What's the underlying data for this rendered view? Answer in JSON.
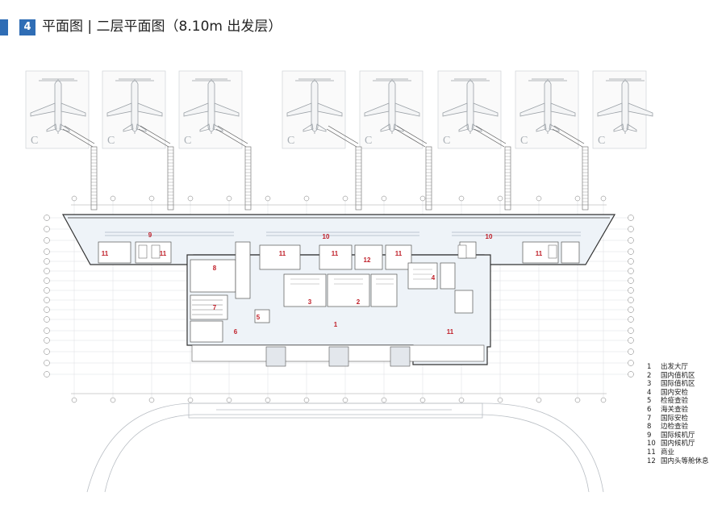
{
  "header": {
    "section_number": "4",
    "title": "平面图 | 二层平面图（8.10m 出发层）"
  },
  "aircraft_stand_code": "C",
  "room_labels": [
    {
      "id": "9",
      "label": "9"
    },
    {
      "id": "10a",
      "label": "10"
    },
    {
      "id": "10b",
      "label": "10"
    },
    {
      "id": "11a",
      "label": "11"
    },
    {
      "id": "11b",
      "label": "11"
    },
    {
      "id": "11c",
      "label": "11"
    },
    {
      "id": "11d",
      "label": "11"
    },
    {
      "id": "11e",
      "label": "11"
    },
    {
      "id": "11f",
      "label": "11"
    },
    {
      "id": "11g",
      "label": "11"
    },
    {
      "id": "12",
      "label": "12"
    },
    {
      "id": "8",
      "label": "8"
    },
    {
      "id": "4",
      "label": "4"
    },
    {
      "id": "3",
      "label": "3"
    },
    {
      "id": "2",
      "label": "2"
    },
    {
      "id": "7",
      "label": "7"
    },
    {
      "id": "5",
      "label": "5"
    },
    {
      "id": "6",
      "label": "6"
    },
    {
      "id": "1",
      "label": "1"
    }
  ],
  "legend": [
    {
      "num": "1",
      "name": "出发大厅"
    },
    {
      "num": "2",
      "name": "国内值机区"
    },
    {
      "num": "3",
      "name": "国际值机区"
    },
    {
      "num": "4",
      "name": "国内安检"
    },
    {
      "num": "5",
      "name": "检疫查验"
    },
    {
      "num": "6",
      "name": "海关查验"
    },
    {
      "num": "7",
      "name": "国际安检"
    },
    {
      "num": "8",
      "name": "边检查验"
    },
    {
      "num": "9",
      "name": "国际候机厅"
    },
    {
      "num": "10",
      "name": "国内候机厅"
    },
    {
      "num": "11",
      "name": "商业"
    },
    {
      "num": "12",
      "name": "国内头等舱休息"
    }
  ],
  "colors": {
    "accent": "#2f6db5",
    "room_label": "#c0202a",
    "floor_fill": "#eef3f8",
    "line": "#555555"
  }
}
